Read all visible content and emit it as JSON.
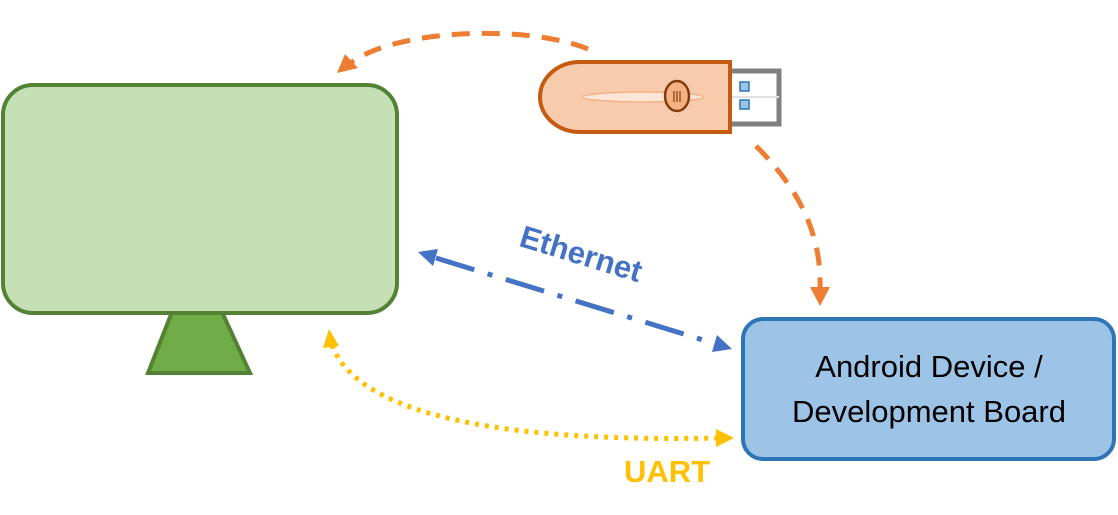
{
  "labels": {
    "ethernet": "Ethernet",
    "uart": "UART",
    "device_line1": "Android Device /",
    "device_line2": "Development Board"
  },
  "colors": {
    "monitor_fill": "#c5e0b4",
    "monitor_stroke": "#548235",
    "stand_fill": "#70ad47",
    "device_fill": "#9dc3e6",
    "device_stroke": "#2e75b6",
    "usb_fill": "#f8cbad",
    "usb_stroke": "#c55a11",
    "usb_connector": "#7f7f7f",
    "usb_arrow": "#ed7d31",
    "ethernet_arrow": "#4472c4",
    "uart_arrow": "#ffc000"
  },
  "icons": {
    "monitor": "monitor-icon",
    "usb_drive": "usb-drive-icon"
  }
}
